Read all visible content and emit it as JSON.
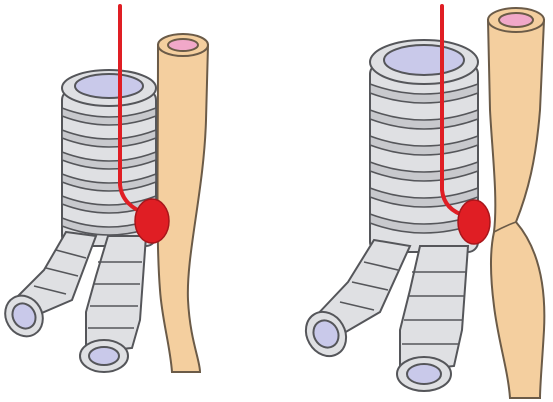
{
  "colors": {
    "nerve": "#e01e24",
    "node": "#e01e24",
    "esophagus": "#f4cf9f",
    "esophagus_lumen": "#f1a8c9",
    "trachea": "#dfe0e3",
    "trachea_lumen": "#c9c9ea",
    "outline": "#55565a"
  },
  "panels": [
    {
      "id": "left",
      "state": "normal"
    },
    {
      "id": "right",
      "state": "compressed"
    }
  ]
}
